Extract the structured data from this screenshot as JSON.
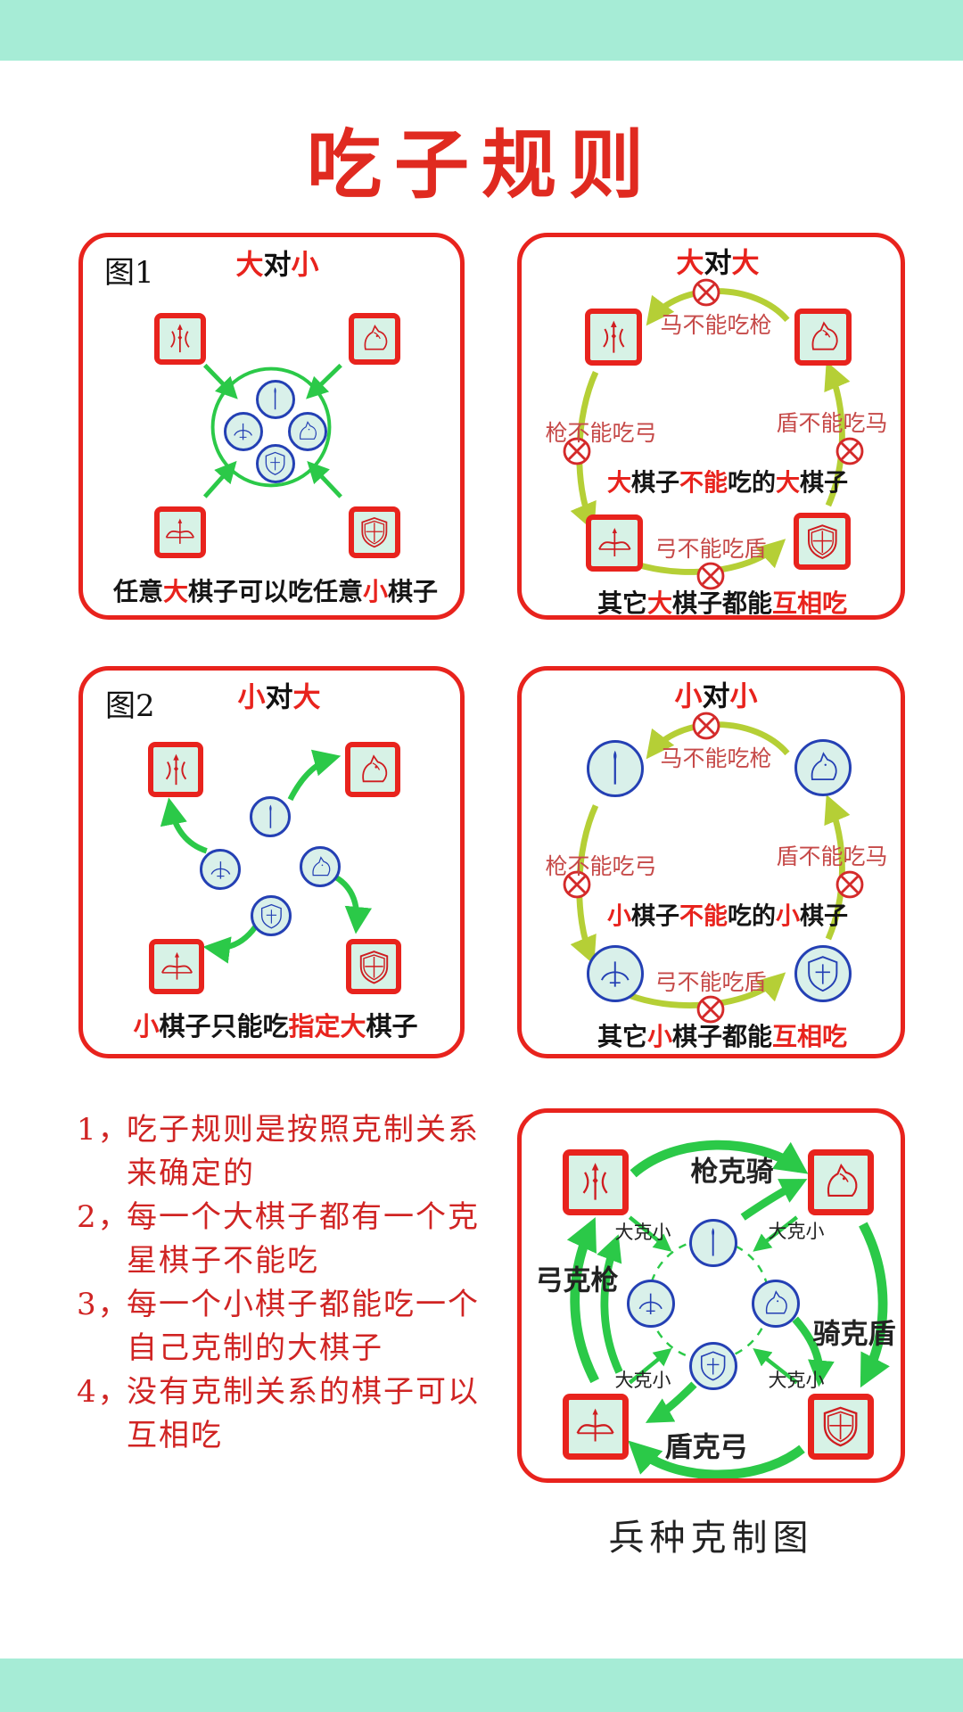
{
  "page": {
    "title": "吃子规则"
  },
  "colors": {
    "band": "#a6ecd6",
    "red": "#e8231d",
    "dark_red_label": "#c64a49",
    "green": "#2bc948",
    "yellow_green": "#b5cf36",
    "blue": "#2440b4",
    "piece_fill": "#d7f2e6",
    "rules_red": "#d02423"
  },
  "p1": {
    "fig": "图1",
    "title": {
      "a": "大",
      "b": "对",
      "c": "小"
    },
    "caption": {
      "a": "任意",
      "b": "大",
      "c": "棋子可以吃任意",
      "d": "小",
      "e": "棋子"
    }
  },
  "p2": {
    "title": {
      "a": "大",
      "b": "对",
      "c": "大"
    },
    "no_top": "马不能吃枪",
    "no_left": "枪不能吃弓",
    "no_right": "盾不能吃马",
    "no_bottom": "弓不能吃盾",
    "mid": {
      "a": "大",
      "b": "棋子",
      "c": "不能",
      "d": "吃的",
      "e": "大",
      "f": "棋子"
    },
    "bottom": {
      "a": "其它",
      "b": "大",
      "c": "棋子都能",
      "d": "互相吃"
    }
  },
  "p3": {
    "fig": "图2",
    "title": {
      "a": "小",
      "b": "对",
      "c": "大"
    },
    "caption": {
      "a": "小",
      "b": "棋子只能吃",
      "c": "指定大",
      "d": "棋子"
    }
  },
  "p4": {
    "title": {
      "a": "小",
      "b": "对",
      "c": "小"
    },
    "no_top": "马不能吃枪",
    "no_left": "枪不能吃弓",
    "no_right": "盾不能吃马",
    "no_bottom": "弓不能吃盾",
    "mid": {
      "a": "小",
      "b": "棋子",
      "c": "不能",
      "d": "吃的",
      "e": "小",
      "f": "棋子"
    },
    "bottom": {
      "a": "其它",
      "b": "小",
      "c": "棋子都能",
      "d": "互相吃"
    }
  },
  "p5": {
    "top": "枪克骑",
    "left": "弓克枪",
    "right": "骑克盾",
    "bottom": "盾克弓",
    "bigsmall": "大克小",
    "caption": "兵种克制图"
  },
  "rules": [
    {
      "num": "1，",
      "l1": "吃子规则是按照克制关系",
      "l2": "来确定的"
    },
    {
      "num": "2，",
      "l1": "每一个大棋子都有一个克",
      "l2": "星棋子不能吃"
    },
    {
      "num": "3，",
      "l1": "每一个小棋子都能吃一个",
      "l2": "自己克制的大棋子"
    },
    {
      "num": "4，",
      "l1": "没有克制关系的棋子可以",
      "l2": "互相吃"
    }
  ]
}
